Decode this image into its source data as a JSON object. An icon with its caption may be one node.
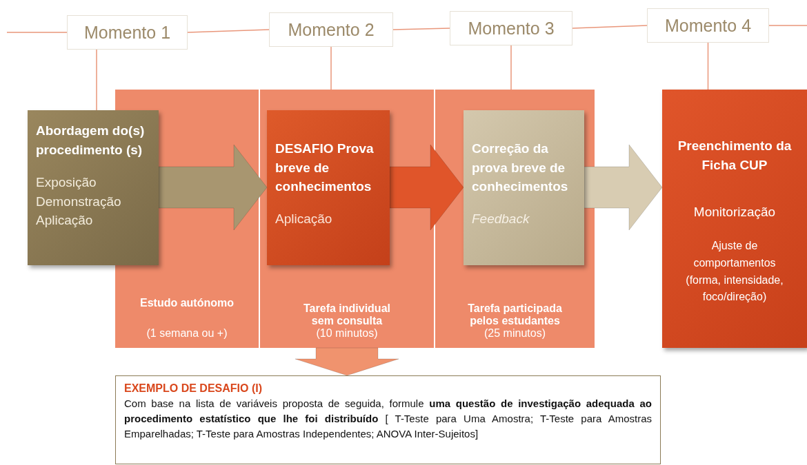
{
  "diagram": {
    "nodes": [
      {
        "text": [
          "Momento 1"
        ]
      },
      {
        "text": [
          "Momento 2"
        ]
      },
      {
        "text": [
          "Momento 3"
        ]
      },
      {
        "text": [
          "Momento 4"
        ]
      },
      {
        "text": [
          "Estudo autónomo",
          "(1 semana ou +)"
        ]
      },
      {
        "text": [
          "Tarefa individual sem consulta",
          "(10 minutos)"
        ]
      },
      {
        "text": [
          "Tarefa participada pelos estudantes",
          "(25 minutos)"
        ]
      },
      {
        "text": [
          "Abordagem do(s) procedimento (s)",
          "Exposição Demonstração Aplicação"
        ]
      },
      {
        "text": [
          "DESAFIO Prova breve de conhecimentos",
          "Aplicação"
        ],
        "in": 5
      },
      {
        "text": [
          "Correção da prova breve de conhecimentos",
          "Feedback"
        ],
        "in": 6
      },
      {
        "text": [
          "Preenchimento da Ficha CUP",
          "Monitorização",
          "Ajuste de comportamentos (forma, intensidade, foco/direção)"
        ]
      },
      {
        "text": [
          "EXEMPLO DE DESAFIO (I)",
          "Com base na lista de variáveis proposta de seguida, formule **uma questão de investigação adequada ao procedimento estatístico que lhe foi distribuído** [ T-Teste para Uma Amostra; T-Teste para Amostras Emparelhadas; T-Teste para Amostras Independentes; ANOVA Inter-Sujeitos]"
        ]
      }
    ],
    "edges": [
      {
        "from": null,
        "to": 0,
        "arrow": "none"
      },
      {
        "from": 0,
        "to": 1,
        "arrow": "none"
      },
      {
        "from": 1,
        "to": 2,
        "arrow": "none"
      },
      {
        "from": 2,
        "to": 3,
        "arrow": "none"
      },
      {
        "from": 3,
        "to": null,
        "arrow": "none"
      },
      {
        "from": 0,
        "to": 7,
        "arrow": "none"
      },
      {
        "from": 1,
        "to": 5,
        "arrow": "none"
      },
      {
        "from": 2,
        "to": 6,
        "arrow": "none"
      },
      {
        "from": 3,
        "to": 10,
        "arrow": "none"
      },
      {
        "from": 7,
        "to": 8,
        "arrow": "to",
        "style": "thick",
        "color": "#a89670"
      },
      {
        "from": 8,
        "to": 9,
        "arrow": "to",
        "style": "thick",
        "color": "#e0552a"
      },
      {
        "from": 9,
        "to": 10,
        "arrow": "to",
        "style": "thick",
        "color": "#d8ccb2"
      },
      {
        "from": 5,
        "to": 11,
        "arrow": "to",
        "style": "thick",
        "color": "#f0936e"
      }
    ]
  }
}
